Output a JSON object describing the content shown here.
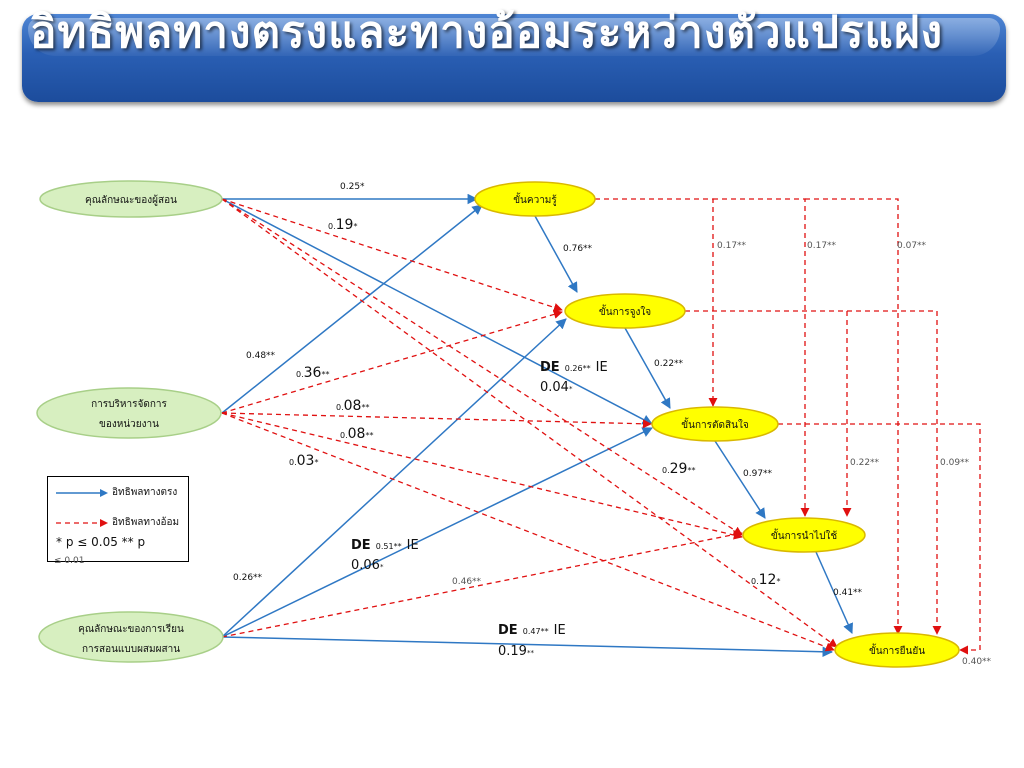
{
  "title": "อิทธิพลทางตรงและทางอ้อมระหว่างตัวแปรแฝง",
  "colors": {
    "direct": "#2f78c4",
    "indirect": "#e01010",
    "exogenous_fill": "#d7efc0",
    "exogenous_stroke": "#a8cf88",
    "endogenous_fill": "#ffff00",
    "endogenous_stroke": "#d9b800",
    "title_bar": "#2a5fb4"
  },
  "nodes": {
    "teacher": "คุณลักษณะของผู้สอน",
    "admin_line1": "การบริหารจัดการ",
    "admin_line2": "ของหน่วยงาน",
    "blended_line1": "คุณลักษณะของการเรียน",
    "blended_line2": "การสอนแบบผสมผสาน",
    "knowledge": "ขั้นความรู้",
    "persuasion": "ขั้นการจูงใจ",
    "decision": "ขั้นการตัดสินใจ",
    "implementation": "ขั้นการนำไปใช้",
    "confirmation": "ขั้นการยืนยัน"
  },
  "coefficients": {
    "teacher_knowledge": "0.25*",
    "teacher_persuasion_a": "0.",
    "teacher_persuasion_b": "19",
    "teacher_persuasion_c": "*",
    "knowledge_persuasion": "0.76**",
    "admin_knowledge": "0.48**",
    "admin_persuasion_a": "0.",
    "admin_persuasion_b": "36",
    "admin_persuasion_c": "**",
    "persuasion_decision": "0.22**",
    "admin_decision_a": "0.",
    "admin_decision_b": "08",
    "admin_decision_c": "**",
    "admin_implementation_a": "0.",
    "admin_implementation_b": "08",
    "admin_implementation_c": "**",
    "admin_confirmation_a": "0.",
    "admin_confirmation_b": "03",
    "admin_confirmation_c": "*",
    "knowledge_decision_ind": "0.17**",
    "knowledge_implementation_ind": "0.17**",
    "knowledge_confirmation_ind": "0.07**",
    "persuasion_implementation_ind": "0.22**",
    "persuasion_confirmation_ind": "0.09**",
    "decision_confirmation_ind": "0.40**",
    "decision_implementation": "0.97**",
    "teacher_implementation_a": "0.",
    "teacher_implementation_b": "29",
    "teacher_implementation_c": "**",
    "implementation_confirmation": "0.41**",
    "teacher_confirmation_a": "0.",
    "teacher_confirmation_b": "12",
    "teacher_confirmation_c": "*",
    "blended_knowledge": "0.26**",
    "blended_implementation": "0.46**"
  },
  "de_ie": {
    "teacher_decision": {
      "de": "DE",
      "de_val": "0.26**",
      "ie": "IE",
      "ie_val": "0.04",
      "ie_sig": "*"
    },
    "blended_decision": {
      "de": "DE",
      "de_val": "0.51**",
      "ie": "IE",
      "ie_val": "0.06",
      "ie_sig": "*"
    },
    "blended_confirmation": {
      "de": "DE",
      "de_val": "0.47**",
      "ie": "IE",
      "ie_val": "0.19",
      "ie_sig": "**"
    }
  },
  "legend": {
    "direct_label": "อิทธิพลทางตรง",
    "indirect_label": "อิทธิพลทางอ้อม",
    "sig_note": "* p ≤ 0.05     ** p",
    "sig_note_2": "≤ 0.01"
  }
}
